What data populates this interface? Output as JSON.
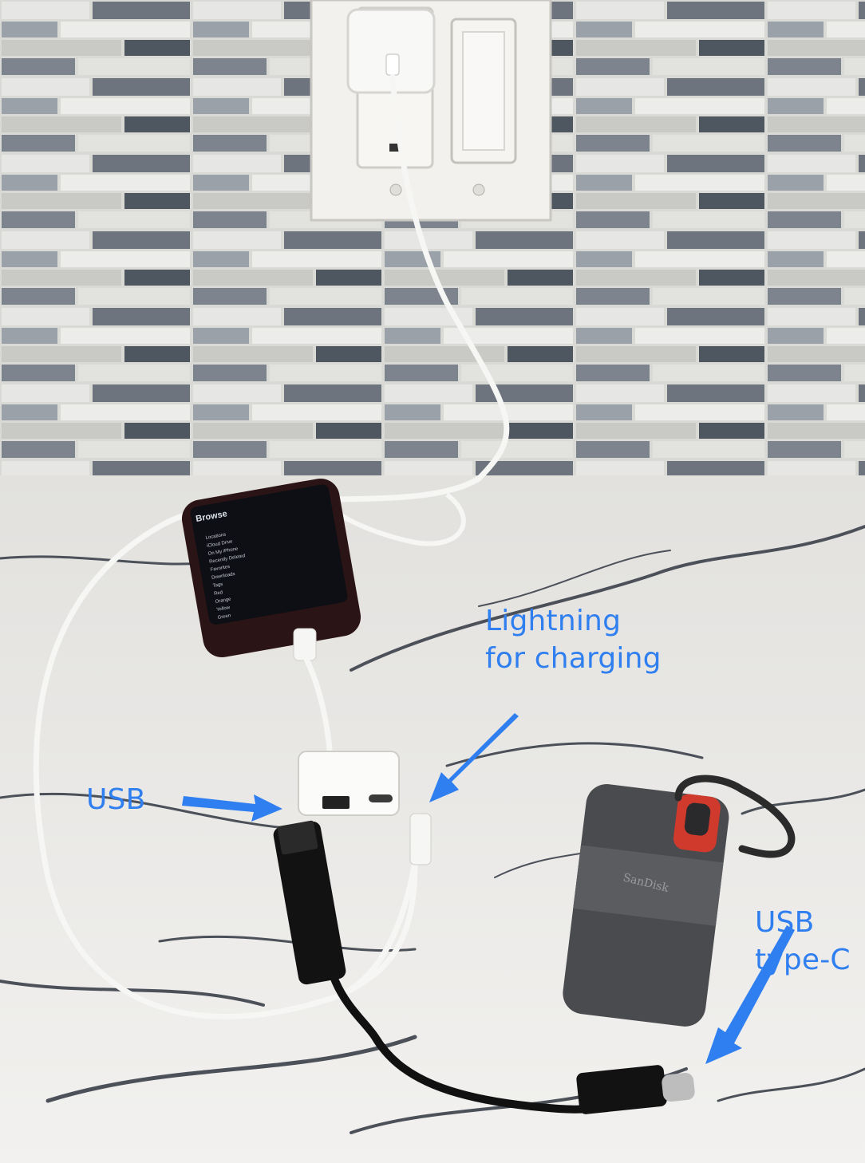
{
  "image": {
    "description_none": "",
    "annotations": {
      "lightning": {
        "line1": "Lightning",
        "line2": "for charging"
      },
      "usb": {
        "line1": "USB"
      },
      "usb_c": {
        "line1": "USB",
        "line2": "type-C"
      }
    },
    "phone_screen": {
      "title": "Browse",
      "items": [
        "Locations",
        "iCloud Drive",
        "On My iPhone",
        "Recently Deleted",
        "Favorites",
        "Downloads",
        "Tags",
        "Red",
        "Orange",
        "Yellow",
        "Green"
      ]
    },
    "drive_brand": "SanDisk",
    "colors": {
      "annotation": "#2f7ff0",
      "backsplash_light": "#dcdcda",
      "backsplash_dark": "#5f6670",
      "counter": "#eeedeb",
      "phone": "#2b1416",
      "drive": "#4a4b4e",
      "drive_accent": "#d03a2c",
      "cable_white": "#f4f4f2",
      "cable_black": "#111111"
    }
  }
}
